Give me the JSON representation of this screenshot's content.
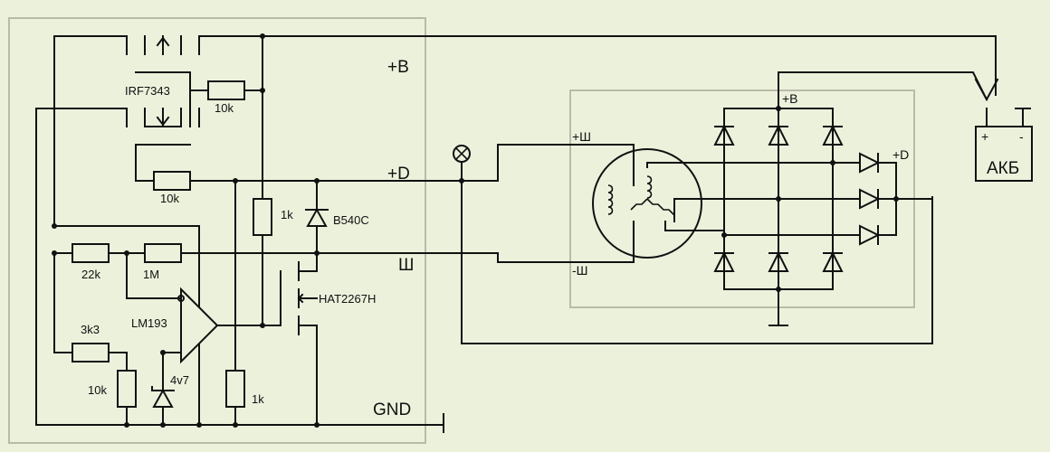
{
  "regulator": {
    "mosfet_top": "IRF7343",
    "r_gate": "10k",
    "r_sense": "10k",
    "r_pull": "1k",
    "diode": "B540C",
    "r_22k": "22k",
    "r_1m": "1M",
    "comparator": "LM193",
    "r_3k3": "3k3",
    "r_10k_bottom": "10k",
    "zener": "4v7",
    "r_1k_bottom": "1k",
    "mosfet_bottom": "HAT2267H",
    "pin_b": "+B",
    "pin_d": "+D",
    "pin_field": "Ш",
    "pin_gnd": "GND"
  },
  "alternator": {
    "field_plus": "+Ш",
    "field_minus": "-Ш",
    "out_b": "+B",
    "out_d": "+D"
  },
  "battery": {
    "label": "АКБ",
    "plus": "+",
    "minus": "-"
  }
}
